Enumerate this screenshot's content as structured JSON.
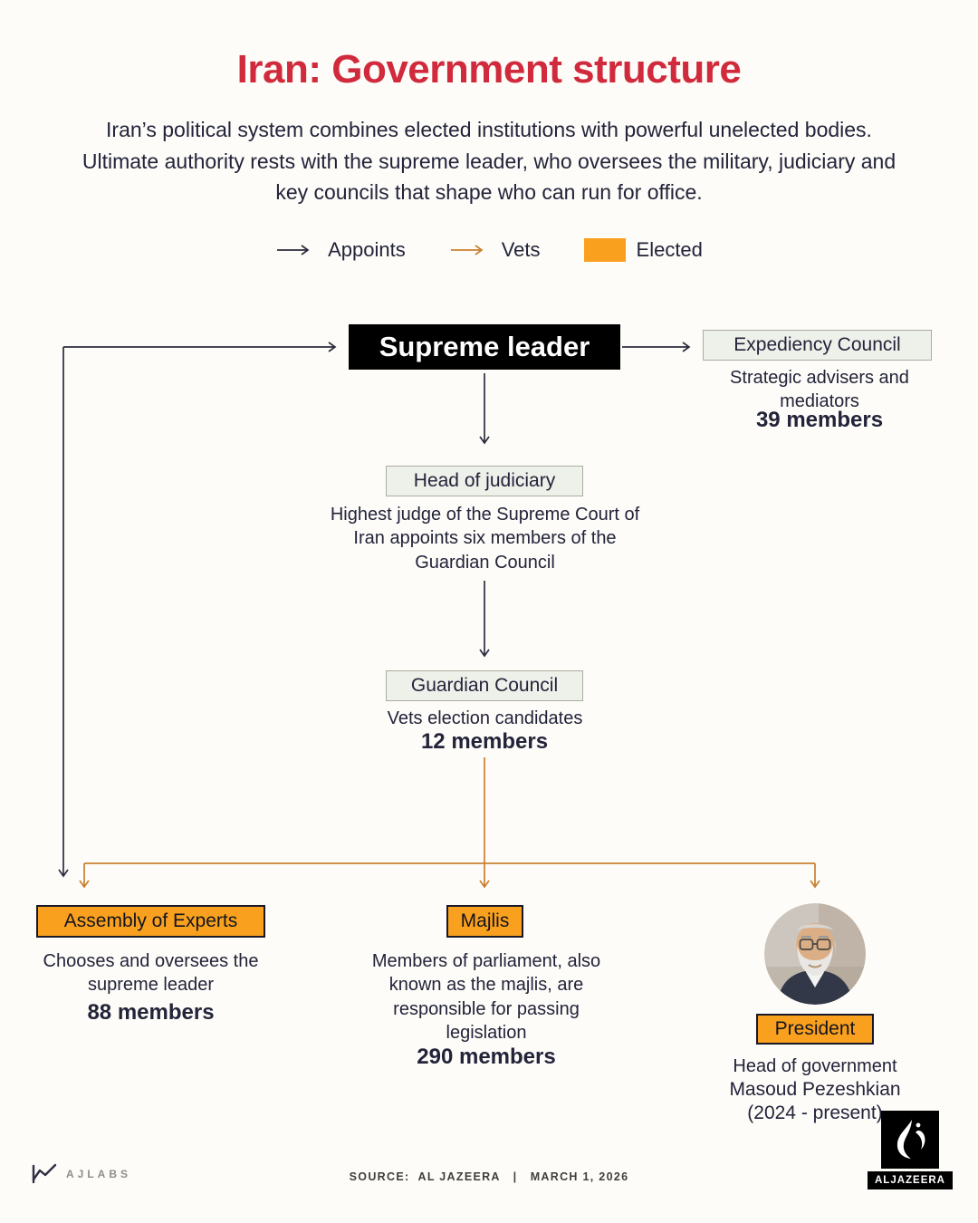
{
  "colors": {
    "red": "#d02a3c",
    "ink": "#23233a",
    "orange": "#f9a11e",
    "arrow_orange": "#c8802f",
    "box_light": "#eef1ea",
    "bg": "#fdfcf8"
  },
  "header": {
    "title": "Iran: Government structure",
    "intro": "Iran’s political system combines elected institutions with powerful unelected bodies. Ultimate authority rests with the supreme leader, who oversees the military, judiciary and key councils that shape who can run for office."
  },
  "legend": {
    "appoints": "Appoints",
    "vets": "Vets",
    "elected": "Elected"
  },
  "nodes": {
    "supreme_leader": {
      "label": "Supreme leader"
    },
    "expediency_council": {
      "label": "Expediency Council",
      "desc": "Strategic advisers and mediators",
      "members": "39 members"
    },
    "head_of_judiciary": {
      "label": "Head of judiciary",
      "desc": "Highest judge of the Supreme Court of Iran appoints six members of the Guardian Council"
    },
    "guardian_council": {
      "label": "Guardian Council",
      "desc": "Vets election candidates",
      "members": "12 members"
    },
    "assembly_of_experts": {
      "label": "Assembly of Experts",
      "desc": "Chooses and oversees the supreme leader",
      "members": "88 members"
    },
    "majlis": {
      "label": "Majlis",
      "desc": "Members of parliament, also known as the majlis, are responsible for passing legislation",
      "members": "290 members"
    },
    "president": {
      "label": "President",
      "desc": "Head of government",
      "office_holder": "Masoud Pezeshkian",
      "term": "(2024 - present)"
    }
  },
  "footer": {
    "ajlabs": "AJLABS",
    "source": "SOURCE:  AL JAZEERA   |   MARCH 1, 2026",
    "aljazeera": "ALJAZEERA"
  }
}
